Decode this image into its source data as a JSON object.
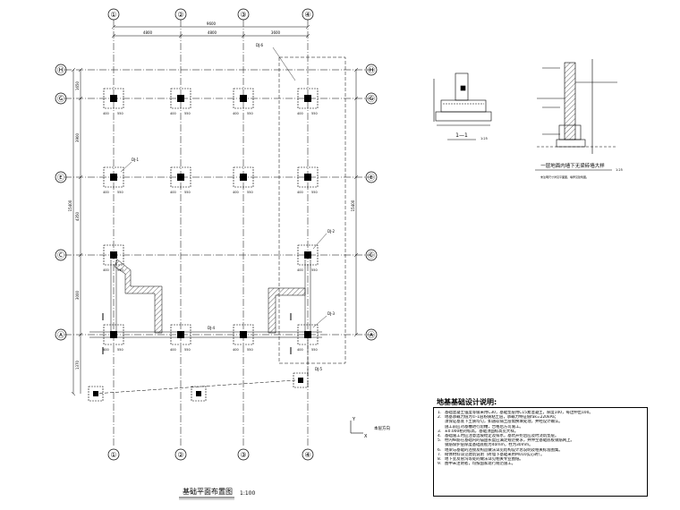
{
  "plan": {
    "grid_columns": [
      "①",
      "②",
      "③",
      "④"
    ],
    "grid_rows": [
      "Ⓗ",
      "Ⓖ",
      "Ⓔ",
      "Ⓒ",
      "Ⓐ"
    ],
    "dim_total_width": "9600",
    "dim_bays": [
      "4800",
      "4800",
      "3600"
    ],
    "dim_left": [
      "1650",
      "3900",
      "4350",
      "3000",
      "1370"
    ],
    "dim_total_height": "15400",
    "col_dims": [
      "400",
      "550",
      "400",
      "550",
      "400",
      "550",
      "400",
      "550"
    ],
    "footing_labels": [
      "DJ-1",
      "DJ-2",
      "DJ-3",
      "DJ-4",
      "DJ-5",
      "DJ-6"
    ],
    "title": "基础平面布置图",
    "scale": "1:100",
    "north_label": "本层方向",
    "axis_y": "Y",
    "axis_x": "X"
  },
  "section_1": {
    "label": "1—1",
    "scale": "1:25"
  },
  "section_2": {
    "label": "一层地面内墙下无梁砖墙大样",
    "scale": "1:25",
    "note": "未注明尺寸详见平面图，墙厚见建筑图。"
  },
  "notes": {
    "title": "地基基础设计说明:",
    "items": [
      {
        "n": "1.",
        "text": "基础混凝土强度等级采用C30，基础垫层用C15素混凝土，厚度100，每边伸出100。"
      },
      {
        "n": "2.",
        "text": "地基承载力值为②-1层粉质粘土层，承载力特征值fak=220kPa；"
      },
      {
        "n": "",
        "text": "须保证基底下土质均匀，如遇软弱土层需换填处理，并经设计确认。"
      },
      {
        "n": "",
        "text": "施工前应对基槽进行验槽，合格后方可施工。"
      },
      {
        "n": "3.",
        "text": "±0.000相对标高，基础顶面标高见大样。"
      },
      {
        "n": "4.",
        "text": "基础施工时应注意边坡稳定及排水，基坑开挖后应及时浇筑垫层。"
      },
      {
        "n": "5.",
        "text": "柱内纵筋在基础内的锚固长度应满足规范要求，并伸至基础底板钢筋网上。"
      },
      {
        "n": "",
        "text": "钢筋保护层厚度基础底板为40mm，柱为30mm。"
      },
      {
        "n": "6.",
        "text": "地梁与基础的连接及构造做法详见结构设计总说明及相关标准图集。"
      },
      {
        "n": "7.",
        "text": "砌体材料详见建筑说明（砖墙下基础采用MU10实心砖）。"
      },
      {
        "n": "8.",
        "text": "地下室及管沟等处的做法详见相关专业图纸。"
      },
      {
        "n": "9.",
        "text": "图中未注明者，均按国家现行规范施工。"
      }
    ]
  }
}
